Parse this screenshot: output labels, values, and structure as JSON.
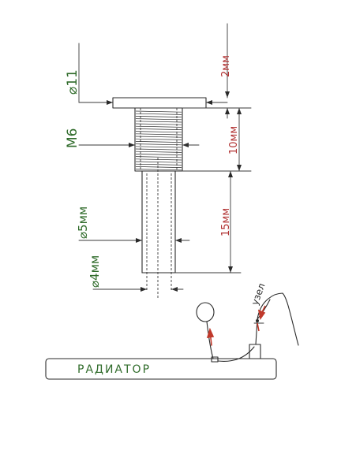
{
  "labels": {
    "d11": "⌀11",
    "m6": "M6",
    "d5": "⌀5мм",
    "d4": "⌀4мм",
    "dim_2": "2мм",
    "dim_10": "10мм",
    "dim_15": "15мм",
    "uzel": "узел",
    "radiator": "РАДИАТОР"
  },
  "colors": {
    "ink": "#2a2a2a",
    "green_text": "#2f6b2a",
    "red_text": "#b03030",
    "red_arrow": "#c0392b"
  }
}
